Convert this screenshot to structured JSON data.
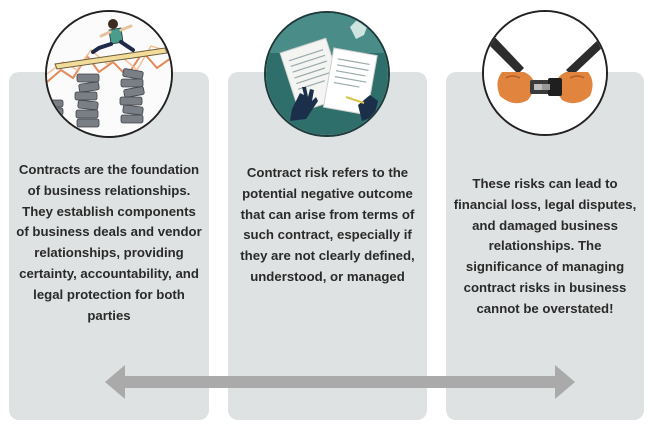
{
  "cards": [
    {
      "text": "Contracts are the foundation of business relationships. They establish components of business deals and vendor relationships, providing certainty, accountability, and legal protection for both parties",
      "icon": "falling-person-icon"
    },
    {
      "text": "Contract risk refers to the potential negative outcome that can arise from terms of such contract, especially if they are not clearly defined, understood, or managed",
      "icon": "signing-documents-icon"
    },
    {
      "text": "These risks can lead to financial loss, legal disputes, and damaged business relationships. The significance of managing contract risks in business cannot be overstated!",
      "icon": "seatbelt-buckle-icon"
    }
  ],
  "colors": {
    "card": "#dfe2e2",
    "arrow": "#a9aaa9",
    "teal": "#2e6f6c"
  }
}
